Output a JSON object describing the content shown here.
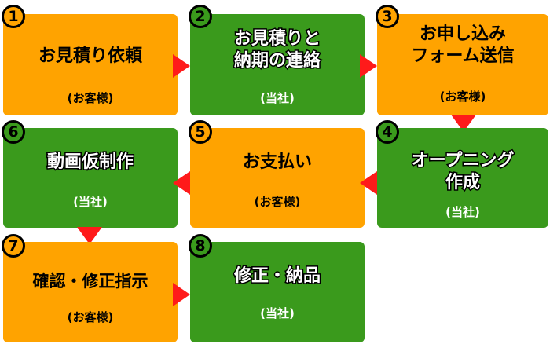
{
  "steps": [
    {
      "num": "1",
      "title": "お見積り依頼",
      "party": "(お客様)"
    },
    {
      "num": "2",
      "title": "お見積りと\n納期の連絡",
      "party": "(当社)"
    },
    {
      "num": "3",
      "title": "お申し込み\nフォーム送信",
      "party": "(お客様)"
    },
    {
      "num": "4",
      "title": "オープニング\n作成",
      "party": "(当社)"
    },
    {
      "num": "5",
      "title": "お支払い",
      "party": "(お客様)"
    },
    {
      "num": "6",
      "title": "動画仮制作",
      "party": "(当社)"
    },
    {
      "num": "7",
      "title": "確認・修正指示",
      "party": "(お客様)"
    },
    {
      "num": "8",
      "title": "修正・納品",
      "party": "(当社)"
    }
  ],
  "colors": {
    "client": "#ffa300",
    "company": "#3a9a1c",
    "arrow": "#ff1a1a"
  }
}
